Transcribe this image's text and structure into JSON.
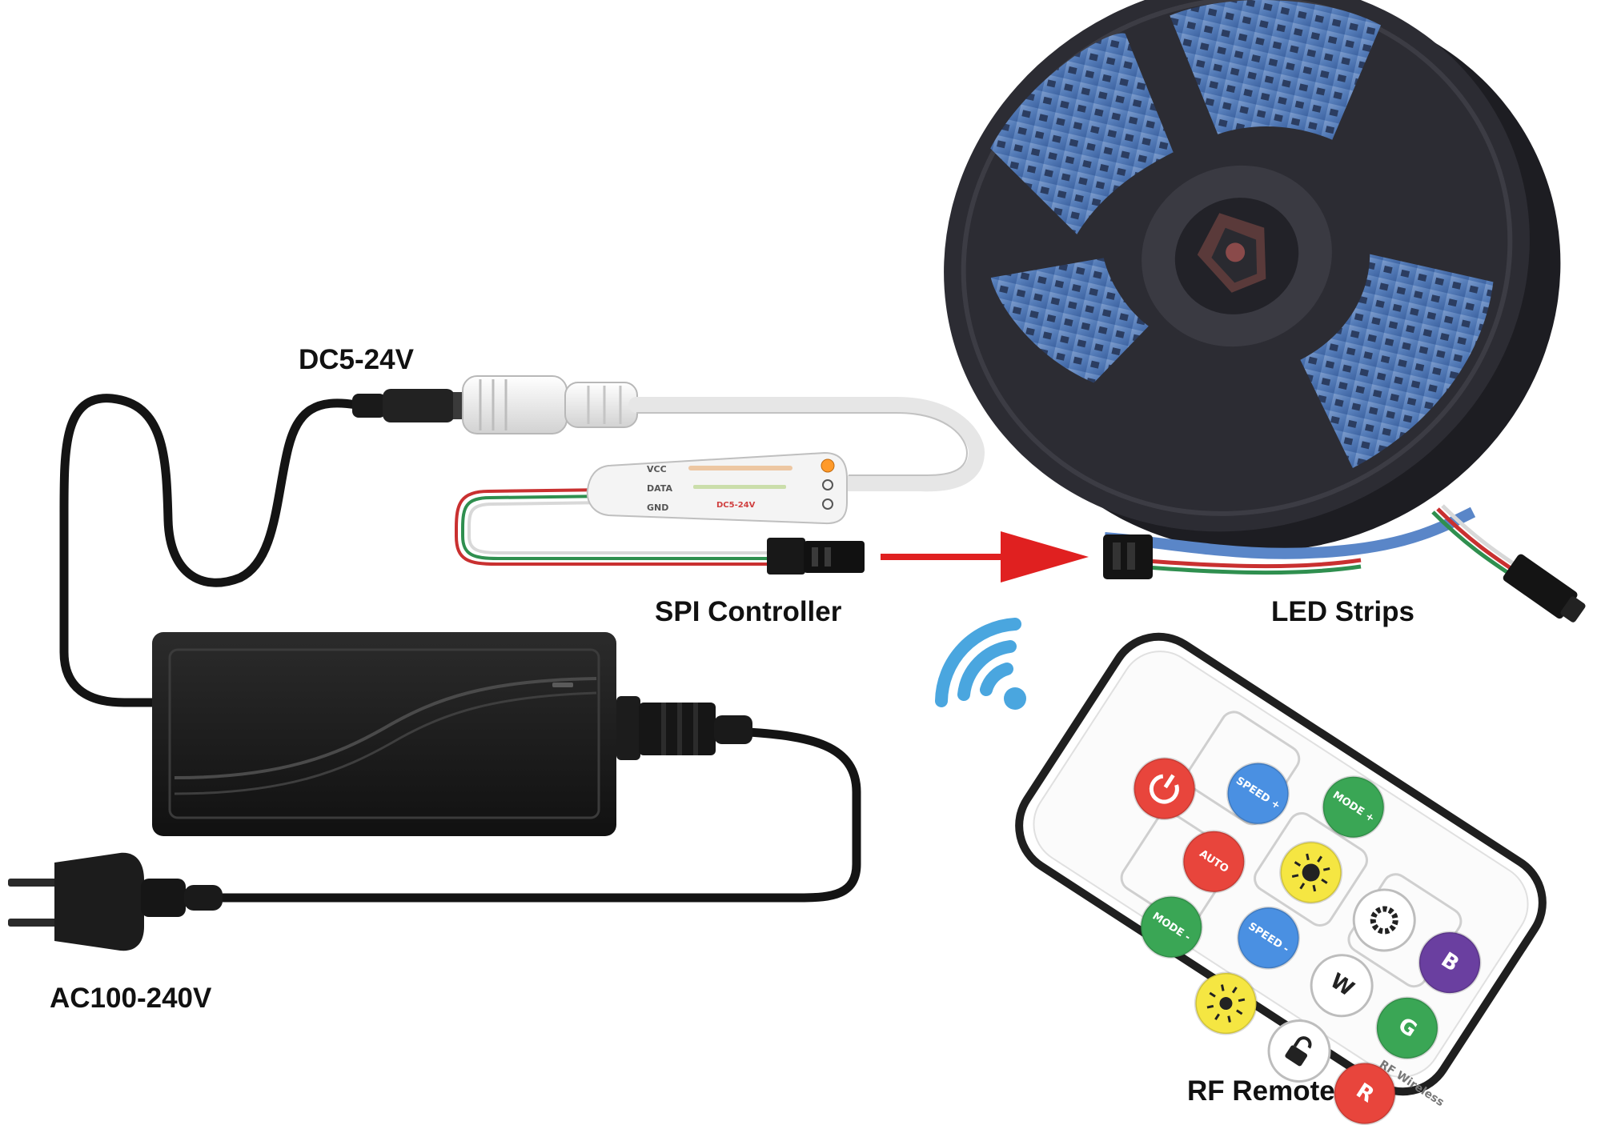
{
  "labels": {
    "dc_input": "DC5-24V",
    "spi_controller": "SPI Controller",
    "led_strips": "LED Strips",
    "ac_input": "AC100-240V",
    "rf_remote": "RF Remote"
  },
  "controller_pins": [
    "VCC",
    "DATA",
    "GND"
  ],
  "controller_voltage": "DC5-24V",
  "remote": {
    "brand": "RF Wireless",
    "buttons": [
      {
        "name": "power",
        "text": "",
        "color": "#e8453c"
      },
      {
        "name": "speed-plus",
        "text": "SPEED +",
        "color": "#4a90e2"
      },
      {
        "name": "mode-plus",
        "text": "MODE +",
        "color": "#3aa655"
      },
      {
        "name": "brightness-up",
        "text": "",
        "color": "#f5e642"
      },
      {
        "name": "auto",
        "text": "AUTO",
        "color": "#e8453c"
      },
      {
        "name": "settings",
        "text": "",
        "color": "#ffffff"
      },
      {
        "name": "speed-minus",
        "text": "SPEED -",
        "color": "#4a90e2"
      },
      {
        "name": "blue",
        "text": "B",
        "color": "#6a3fa0"
      },
      {
        "name": "mode-minus",
        "text": "MODE -",
        "color": "#3aa655"
      },
      {
        "name": "white",
        "text": "W",
        "color": "#ffffff"
      },
      {
        "name": "brightness-down",
        "text": "",
        "color": "#f5e642"
      },
      {
        "name": "green",
        "text": "G",
        "color": "#3aa655"
      },
      {
        "name": "lock",
        "text": "",
        "color": "#ffffff"
      },
      {
        "name": "red",
        "text": "R",
        "color": "#e8453c"
      }
    ]
  },
  "colors": {
    "arrow": "#e02020",
    "wifi": "#4aa6df",
    "adapter": "#1c1c1c",
    "reel": "#2a2a30",
    "strip": "#5a86c8"
  }
}
